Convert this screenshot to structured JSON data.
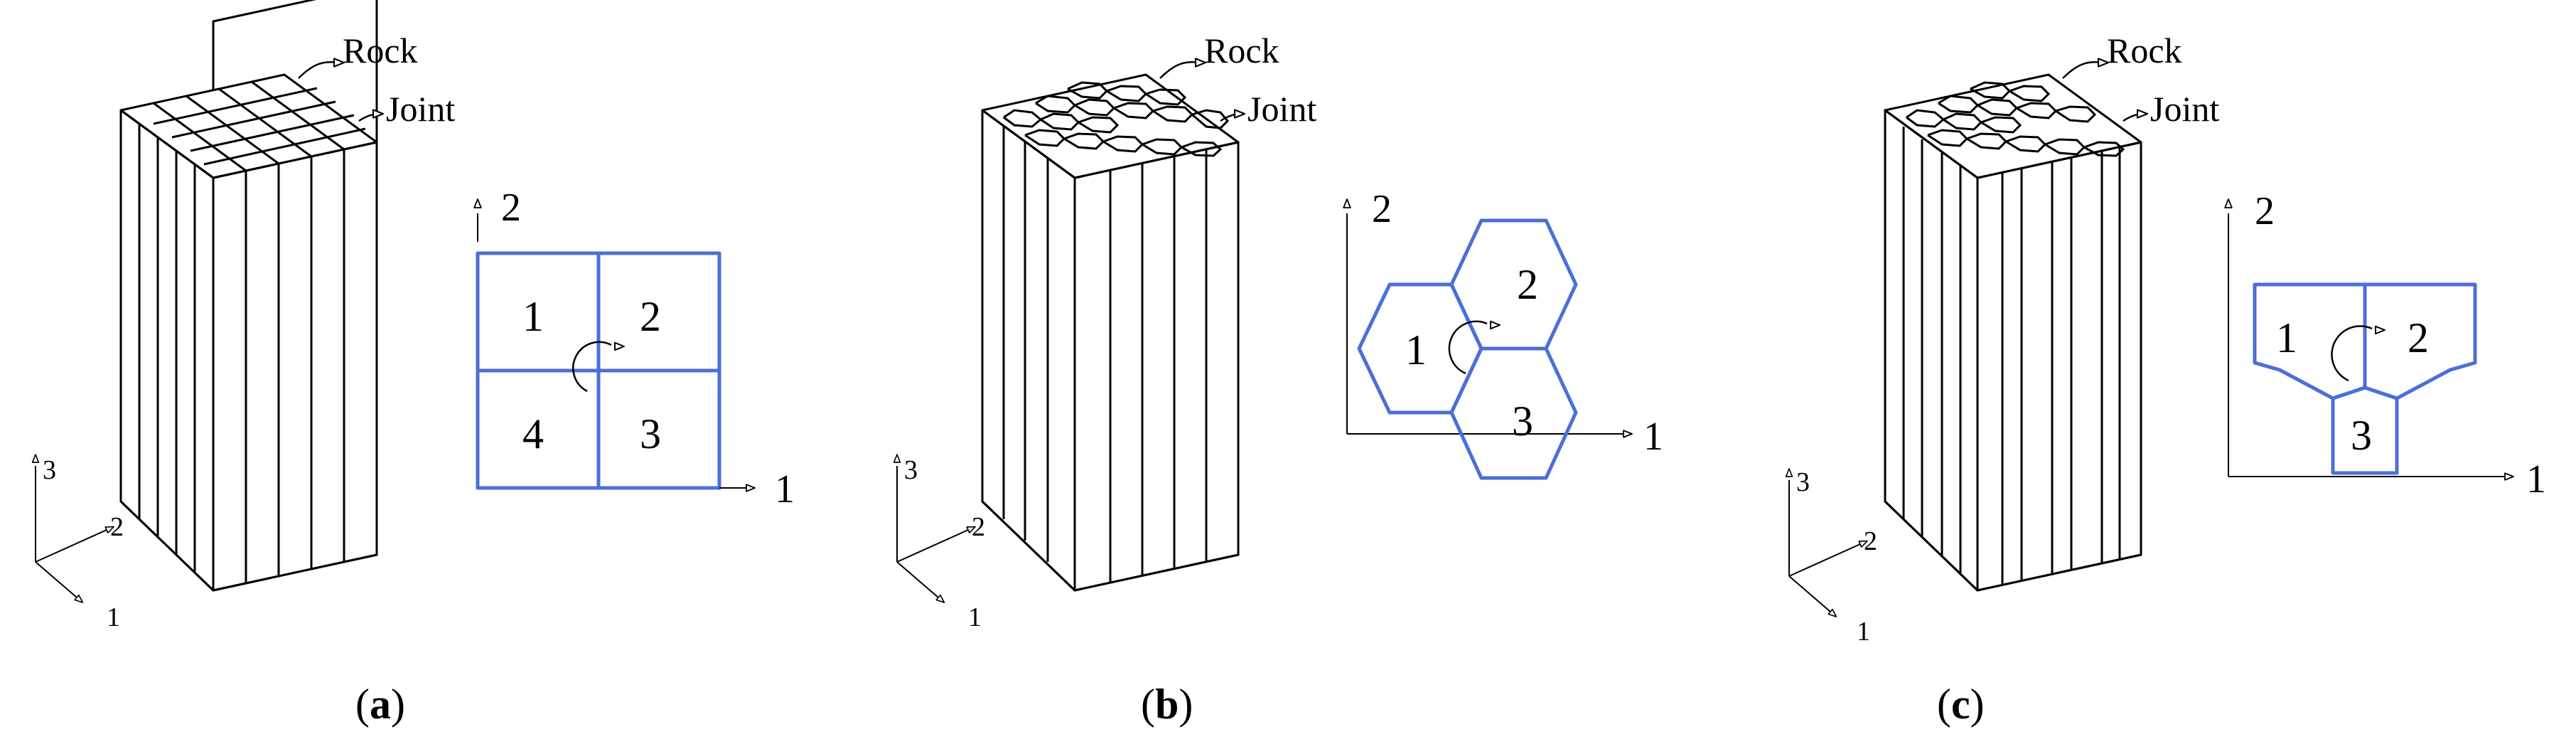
{
  "labels": {
    "rock": "Rock",
    "joint": "Joint",
    "axis_1": "1",
    "axis_2": "2",
    "axis_3": "3"
  },
  "panels": [
    {
      "caption_open": "(",
      "caption_letter": "a",
      "caption_close": ")",
      "block_numbers": [
        "1",
        "2",
        "3",
        "4"
      ],
      "block_shape": "square"
    },
    {
      "caption_open": "(",
      "caption_letter": "b",
      "caption_close": ")",
      "block_numbers": [
        "1",
        "2",
        "3"
      ],
      "block_shape": "hexagon"
    },
    {
      "caption_open": "(",
      "caption_letter": "c",
      "caption_close": ")",
      "block_numbers": [
        "1",
        "2",
        "3"
      ],
      "block_shape": "pentagon"
    }
  ],
  "colors": {
    "block_outline": "#4b6fd8",
    "line": "#000000",
    "background": "#ffffff"
  }
}
